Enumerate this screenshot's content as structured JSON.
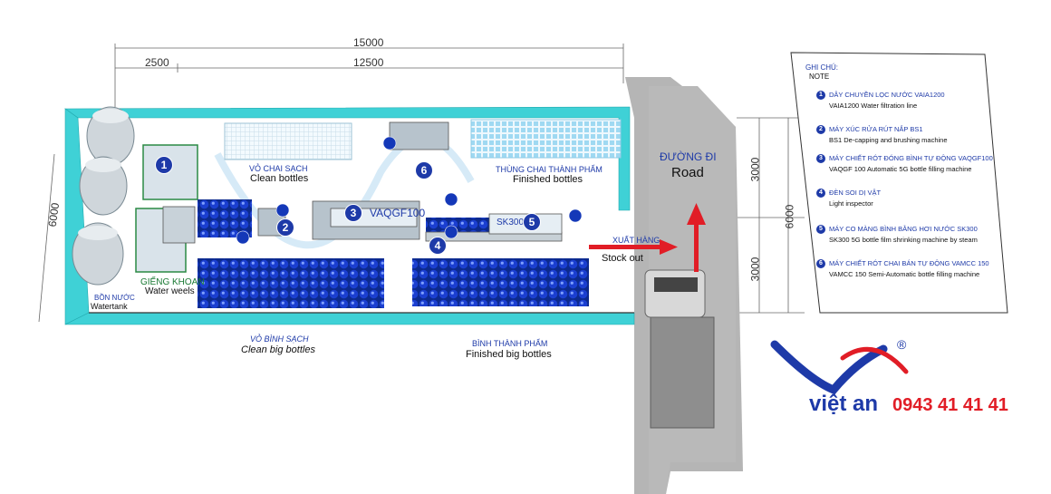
{
  "dimensions": {
    "total_width": "15000",
    "inner_width": "12500",
    "left_offset": "2500",
    "depth_left": "6000",
    "depth_right": "6000",
    "upper_right": "3000",
    "lower_right": "3000"
  },
  "zones": {
    "clean_bottles_vi": "VỎ CHAI SẠCH",
    "clean_bottles_en": "Clean bottles",
    "finished_bottles_vi": "THÙNG CHAI THÀNH PHẨM",
    "finished_bottles_en": "Finished bottles",
    "clean_big_bottles_vi": "VỎ BÌNH SẠCH",
    "clean_big_bottles_en": "Clean big bottles",
    "finished_big_bottles_vi": "BÌNH THÀNH PHẨM",
    "finished_big_bottles_en": "Finished big bottles",
    "water_wells_vi": "GIẾNG KHOAN",
    "water_wells_en": "Water weels",
    "water_tank_vi": "BỒN NƯỚC",
    "water_tank_en": "Watertank"
  },
  "machines": {
    "vaqgf": "VAQGF100",
    "sk300": "SK300"
  },
  "road": {
    "label_vi": "ĐƯỜNG ĐI",
    "label_en": "Road"
  },
  "export": {
    "label_vi": "XUẤT HÀNG",
    "label_en": "Stock out"
  },
  "markers": [
    "1",
    "2",
    "3",
    "4",
    "5",
    "6"
  ],
  "legend": {
    "title_vi": "GHI CHÚ:",
    "title_en": "NOTE",
    "items": [
      {
        "num": "1",
        "vi": "DÂY CHUYỀN LỌC NƯỚC VAIA1200",
        "en": "VAIA1200 Water filtration line"
      },
      {
        "num": "2",
        "vi": "MÁY XÚC RỬA RÚT NẮP BS1",
        "en": "BS1 De-capping and brushing machine"
      },
      {
        "num": "3",
        "vi": "MÁY CHIẾT RÓT ĐÓNG BÌNH TỰ ĐỘNG VAQGF100",
        "en": "VAQGF 100  Automatic 5G bottle filling machine"
      },
      {
        "num": "4",
        "vi": "ĐÈN SOI DỊ VẬT",
        "en": "Light inspector"
      },
      {
        "num": "5",
        "vi": "MÁY CO MÀNG BÌNH BẰNG HƠI NƯỚC SK300",
        "en": "SK300 5G bottle film shrinking machine by steam"
      },
      {
        "num": "6",
        "vi": "MÁY CHIẾT RÓT CHAI BÁN TỰ ĐỘNG VAMCC 150",
        "en": "VAMCC 150 Semi-Automatic bottle filling machine"
      }
    ]
  },
  "brand": {
    "name": "việt an",
    "phone": "0943 41 41 41",
    "registered": "®"
  },
  "colors": {
    "wall": "#3fd1d6",
    "floor": "#ffffff",
    "road": "#b7b7b7",
    "bottle": "#1438b8",
    "arrow": "#e11d26",
    "brand_blue": "#1e3aa8",
    "brand_red": "#e11d26"
  }
}
